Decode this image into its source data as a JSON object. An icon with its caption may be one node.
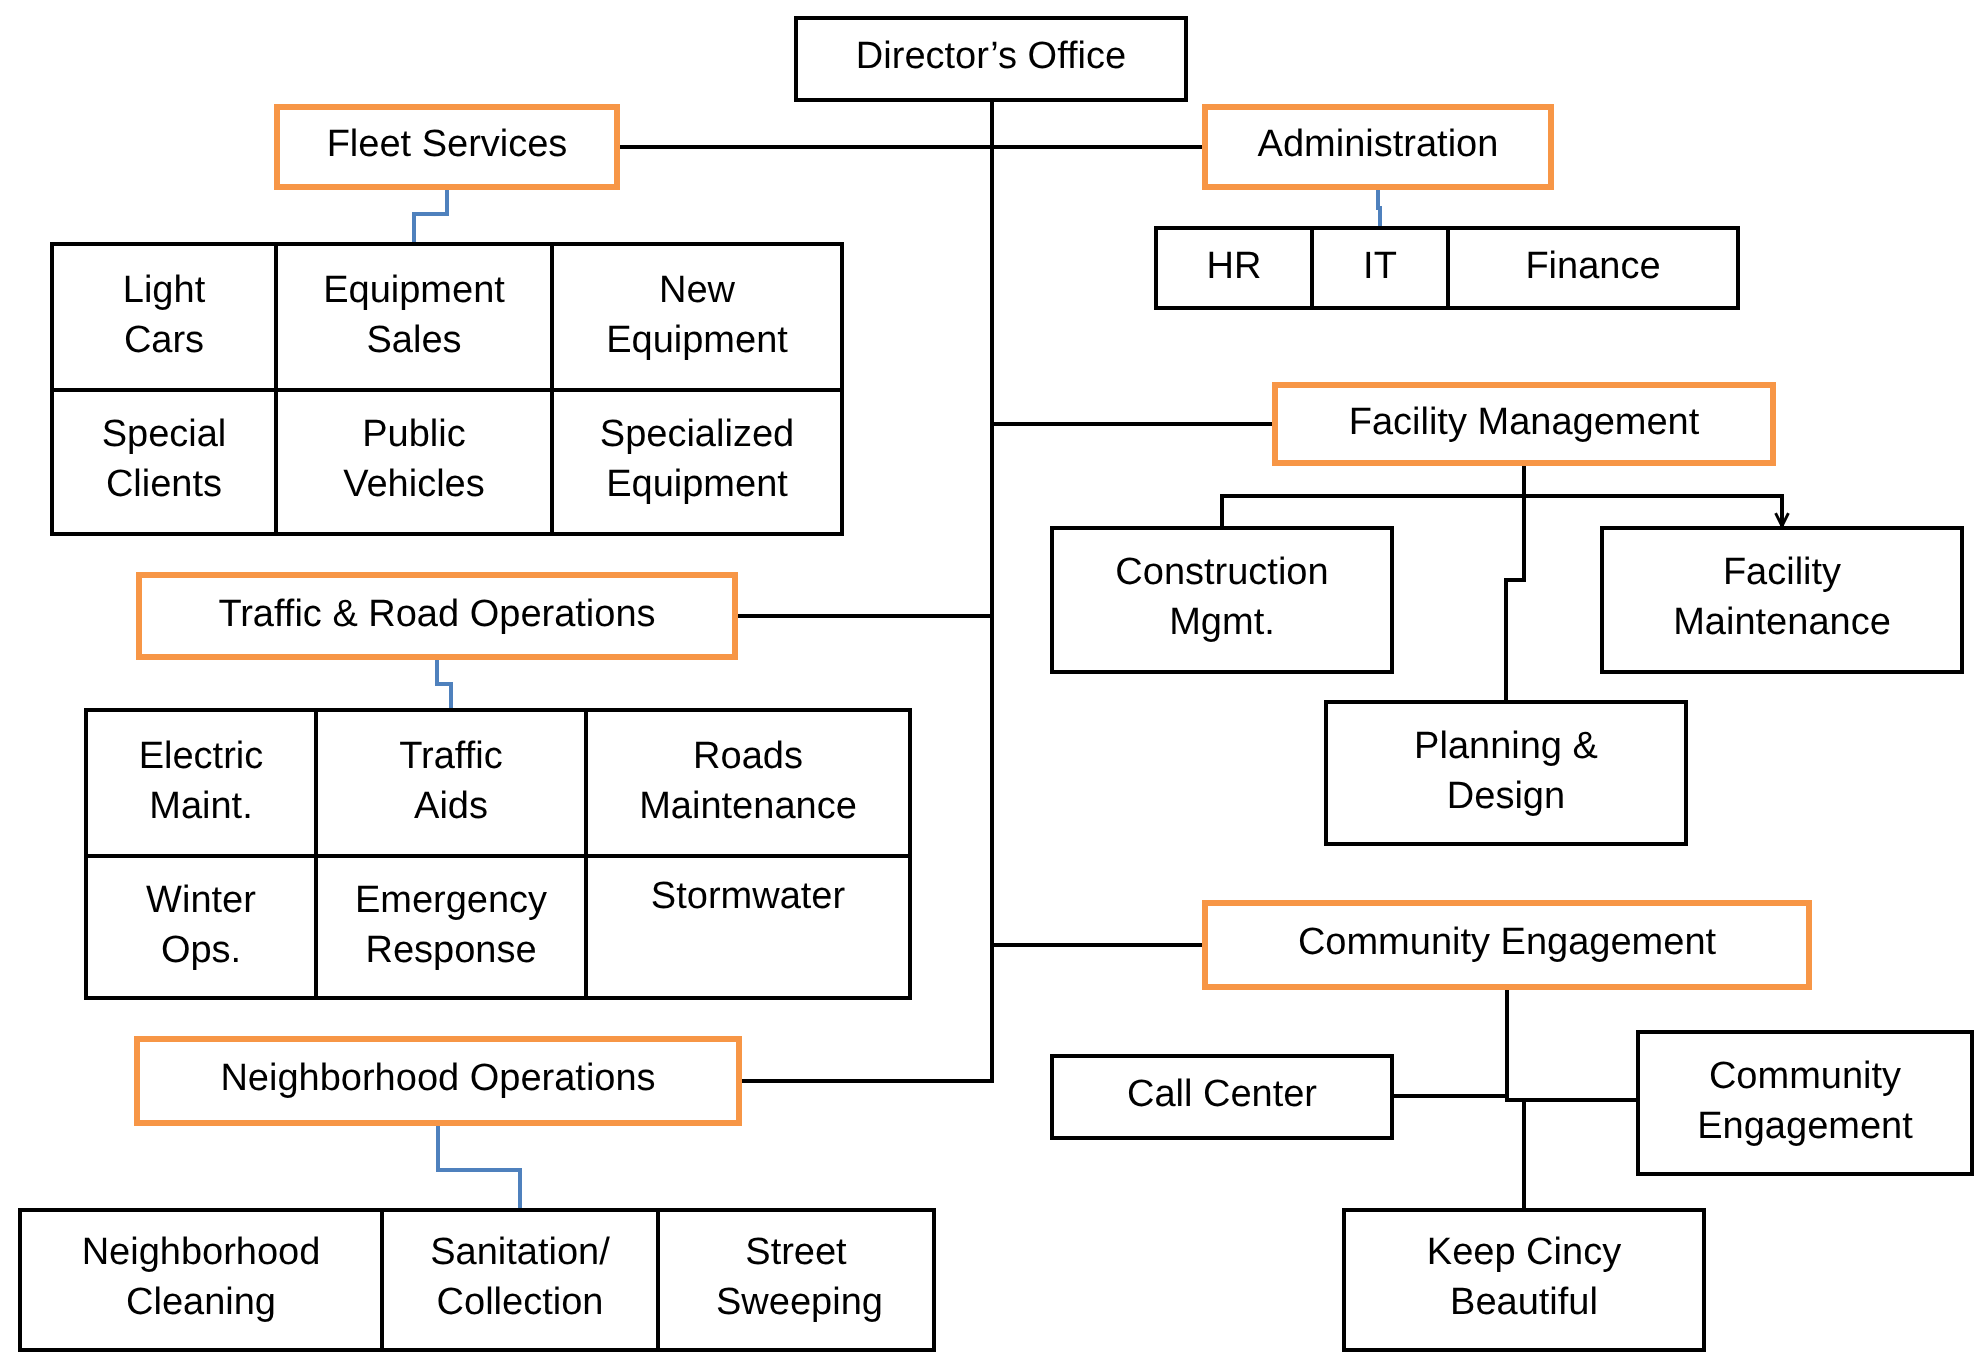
{
  "diagram": {
    "nodes": [
      {
        "text": [
          "Director’s Office"
        ]
      },
      {
        "text": [
          "Fleet Services"
        ]
      },
      {
        "text": [
          "Administration"
        ]
      },
      {
        "text": [
          "Light Cars"
        ]
      },
      {
        "text": [
          "Equipment Sales"
        ]
      },
      {
        "text": [
          "New Equipment"
        ]
      },
      {
        "text": [
          "Special Clients"
        ]
      },
      {
        "text": [
          "Public Vehicles"
        ]
      },
      {
        "text": [
          "Specialized Equipment"
        ]
      },
      {
        "text": [
          "HR"
        ]
      },
      {
        "text": [
          "IT"
        ]
      },
      {
        "text": [
          "Finance"
        ]
      },
      {
        "text": [
          "Facility Management"
        ]
      },
      {
        "text": [
          "Construction Mgmt."
        ]
      },
      {
        "text": [
          "Facility Maintenance"
        ]
      },
      {
        "text": [
          "Planning & Design"
        ]
      },
      {
        "text": [
          "Traffic & Road Operations"
        ]
      },
      {
        "text": [
          "Electric Maint."
        ]
      },
      {
        "text": [
          "Traffic Aids"
        ]
      },
      {
        "text": [
          "Roads Maintenance"
        ]
      },
      {
        "text": [
          "Winter Ops."
        ]
      },
      {
        "text": [
          "Emergency Response"
        ]
      },
      {
        "text": [
          "Stormwater"
        ]
      },
      {
        "text": [
          "Community Engagement"
        ]
      },
      {
        "text": [
          "Call Center"
        ]
      },
      {
        "text": [
          "Community Engagement"
        ]
      },
      {
        "text": [
          "Keep Cincy Beautiful"
        ]
      },
      {
        "text": [
          "Neighborhood Operations"
        ]
      },
      {
        "text": [
          "Neighborhood Cleaning"
        ]
      },
      {
        "text": [
          "Sanitation/ Collection"
        ]
      },
      {
        "text": [
          "Street Sweeping"
        ]
      }
    ],
    "edges": [
      {
        "from": 0,
        "to": 1,
        "arrow": "none"
      },
      {
        "from": 0,
        "to": 2,
        "arrow": "none"
      },
      {
        "from": 0,
        "to": 12,
        "arrow": "none"
      },
      {
        "from": 0,
        "to": 16,
        "arrow": "none"
      },
      {
        "from": 0,
        "to": 23,
        "arrow": "none"
      },
      {
        "from": 0,
        "to": 27,
        "arrow": "none"
      },
      {
        "from": 1,
        "to": 4,
        "arrow": "none",
        "color": "#4f81bd"
      },
      {
        "from": 2,
        "to": 10,
        "arrow": "none",
        "color": "#4f81bd"
      },
      {
        "from": 16,
        "to": 18,
        "arrow": "none",
        "color": "#4f81bd"
      },
      {
        "from": 27,
        "to": 29,
        "arrow": "none",
        "color": "#4f81bd"
      },
      {
        "from": 12,
        "to": 13,
        "arrow": "none"
      },
      {
        "from": 12,
        "to": 14,
        "arrow": "to"
      },
      {
        "from": 12,
        "to": 15,
        "arrow": "none"
      },
      {
        "from": 23,
        "to": 24,
        "arrow": "none"
      },
      {
        "from": 23,
        "to": 25,
        "arrow": "none"
      },
      {
        "from": 23,
        "to": 26,
        "arrow": "none"
      }
    ]
  }
}
